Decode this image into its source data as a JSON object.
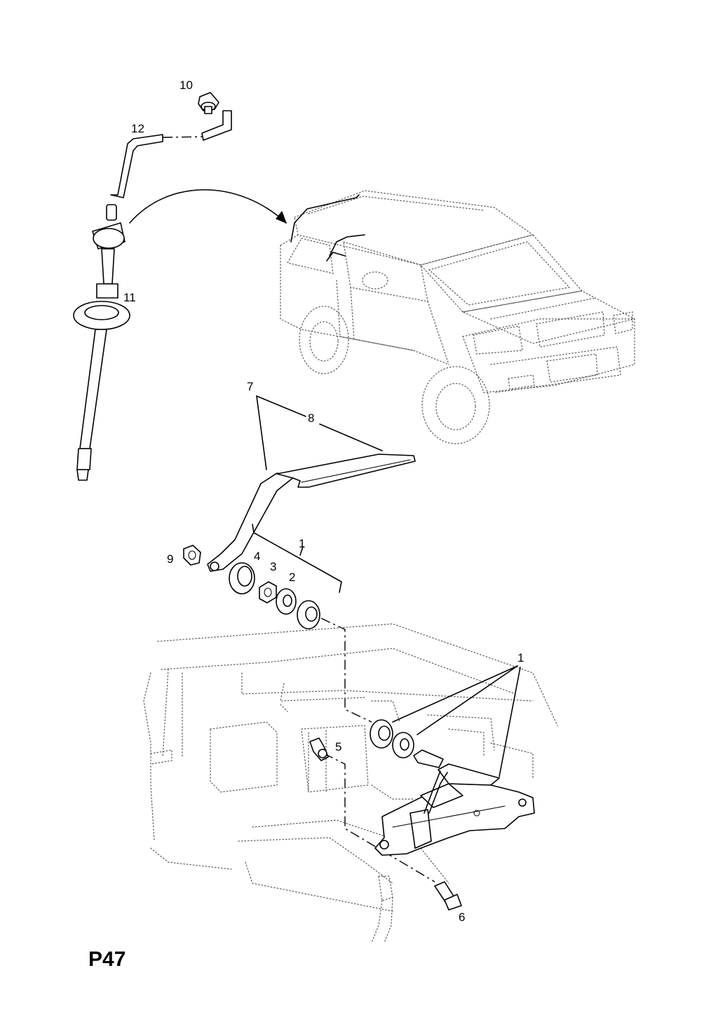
{
  "page": {
    "code": "P47"
  },
  "callouts": {
    "c1": "1",
    "c1b": "1",
    "c2": "2",
    "c3": "3",
    "c4": "4",
    "c5": "5",
    "c6": "6",
    "c7": "7",
    "c8": "8",
    "c9": "9",
    "c10": "10",
    "c11": "11",
    "c12": "12"
  }
}
